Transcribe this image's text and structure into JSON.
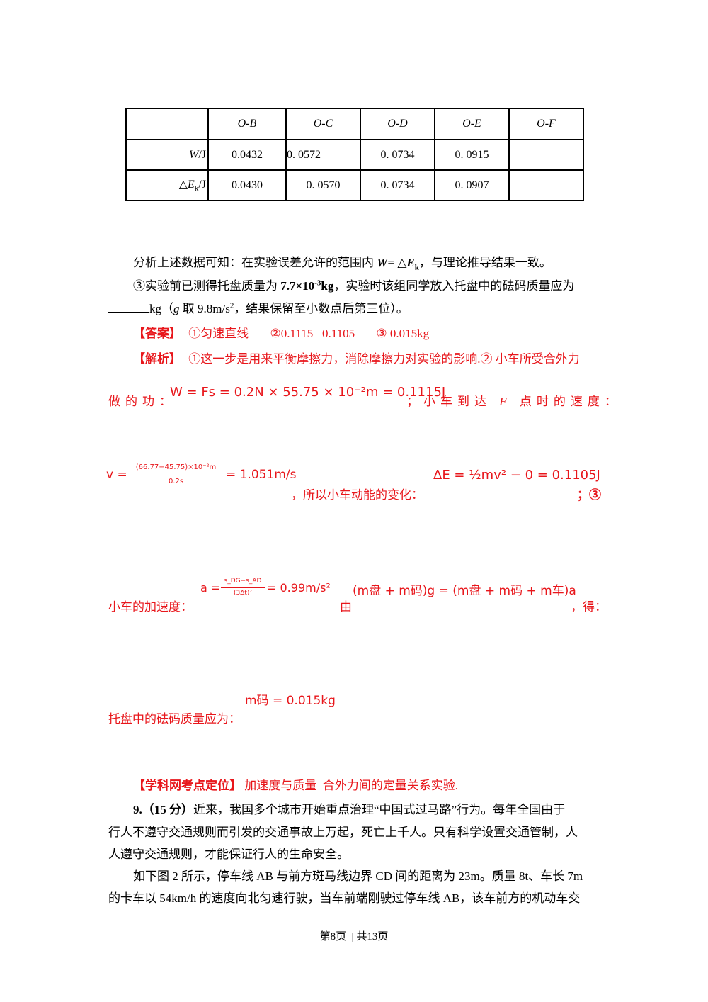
{
  "table": {
    "headers": [
      "",
      "O-B",
      "O-C",
      "O-D",
      "O-E",
      "O-F"
    ],
    "rows": [
      {
        "label": "W/J",
        "values": [
          "0.0432",
          "0. 0572",
          "0. 0734",
          "0. 0915",
          ""
        ]
      },
      {
        "label": "△Ek/J",
        "values": [
          "0.0430",
          "0. 0570",
          "0. 0734",
          "0. 0907",
          ""
        ]
      }
    ]
  },
  "analysis": {
    "prefix": "分析上述数据可知：在实验误差允许的范围内 ",
    "bold_eq": "W=",
    "mid": " △",
    "bold_ek": "E",
    "ek_sub": "k",
    "suffix": "，与理论推导结果一致。"
  },
  "question3": {
    "line1_prefix": "③实验前已测得托盘质量为 ",
    "mass_value": "7.7×10",
    "mass_exp": "-3",
    "mass_unit": "kg",
    "line1_suffix": "，实验时该组同学放入托盘中的砝码质量应为",
    "line2_a": "kg（",
    "line2_g": "g",
    "line2_b": " 取 9.8m/s",
    "line2_exp": "2",
    "line2_c": "，结果保留至小数点后第三位）。"
  },
  "answer": {
    "tag": "【答案】",
    "item1": "①匀速直线",
    "item2": "②0.1115   0.1105",
    "item3": "③ 0.015kg"
  },
  "explanation": {
    "tag": "【解析】",
    "line1": "①这一步是用来平衡摩擦力，消除摩擦力对实验的影响.② 小车所受合外力",
    "work_label": "做的功：",
    "work_formula": "W = Fs = 0.2N × 55.75 × 10⁻²m = 0.1115J",
    "speed_label_a": "；小车到达 ",
    "speed_label_f": "F",
    "speed_label_b": " 点时的速度：",
    "v_formula_lhs": "v =",
    "v_numer": "(66.77−45.75)×10⁻²m",
    "v_denom": "0.2s",
    "v_result": "= 1.051m/s",
    "ke_label": "，所以小车动能的变化：",
    "ke_formula": "ΔE = ½mv² − 0 = 0.1105J",
    "ke_end": "；③",
    "acc_label": "小车的加速度：",
    "a_lhs": "a =",
    "a_numer": "s_DG−s_AD",
    "a_denom": "(3Δt)²",
    "a_result": "= 0.99m/s²",
    "by_label": "由",
    "eq_formula": "(m盘 + m码)g = (m盘 + m码 + m车)a",
    "get_label": "，得：",
    "mass_label": "托盘中的砝码质量应为：",
    "mass_formula": "m码 = 0.015kg"
  },
  "kaodian": {
    "tag": "【学科网考点定位】",
    "text": " 加速度与质量  合外力间的定量关系实验."
  },
  "q9": {
    "num": "9.（15 分）",
    "line1_rest": "近来，我国多个城市开始重点治理“中国式过马路”行为。每年全国由于",
    "line2": "行人不遵守交通规则而引发的交通事故上万起，死亡上千人。只有科学设置交通管制，人",
    "line3": "人遵守交通规则，才能保证行人的生命安全。",
    "line4": "如下图 2 所示，停车线 AB 与前方斑马线边界 CD 间的距离为 23m。质量 8t、车长 7m",
    "line5": "的卡车以 54km/h 的速度向北匀速行驶，当车前端刚驶过停车线 AB，该车前方的机动车交"
  },
  "footer": "第8页  | 共13页"
}
